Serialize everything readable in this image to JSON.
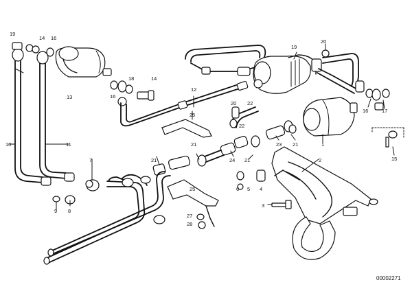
{
  "diagram": {
    "code": "00002271",
    "callouts": [
      {
        "id": "c14a",
        "text": "14"
      },
      {
        "id": "c16a",
        "text": "16"
      },
      {
        "id": "c19a",
        "text": "19"
      },
      {
        "id": "c18",
        "text": "18"
      },
      {
        "id": "c16b",
        "text": "16"
      },
      {
        "id": "c14b",
        "text": "14"
      },
      {
        "id": "c13",
        "text": "13"
      },
      {
        "id": "c12",
        "text": "12"
      },
      {
        "id": "c19b",
        "text": "19"
      },
      {
        "id": "c20a",
        "text": "20"
      },
      {
        "id": "c20b",
        "text": "20"
      },
      {
        "id": "c16c",
        "text": "16"
      },
      {
        "id": "c17",
        "text": "17"
      },
      {
        "id": "c22a",
        "text": "22"
      },
      {
        "id": "c22b",
        "text": "22"
      },
      {
        "id": "c25a",
        "text": "25"
      },
      {
        "id": "c23",
        "text": "23"
      },
      {
        "id": "c21a",
        "text": "21"
      },
      {
        "id": "c21b",
        "text": "21"
      },
      {
        "id": "c21c",
        "text": "21"
      },
      {
        "id": "c21d",
        "text": "21"
      },
      {
        "id": "c1",
        "text": "1"
      },
      {
        "id": "c15",
        "text": "15"
      },
      {
        "id": "c10",
        "text": "10"
      },
      {
        "id": "c11",
        "text": "11"
      },
      {
        "id": "c7",
        "text": "7"
      },
      {
        "id": "c24",
        "text": "24"
      },
      {
        "id": "c2",
        "text": "2"
      },
      {
        "id": "c6",
        "text": "6"
      },
      {
        "id": "c5",
        "text": "5"
      },
      {
        "id": "c4",
        "text": "4"
      },
      {
        "id": "c8",
        "text": "8"
      },
      {
        "id": "c9",
        "text": "9"
      },
      {
        "id": "c25b",
        "text": "25"
      },
      {
        "id": "c3",
        "text": "3"
      },
      {
        "id": "c27",
        "text": "27"
      },
      {
        "id": "c28",
        "text": "28"
      }
    ]
  }
}
